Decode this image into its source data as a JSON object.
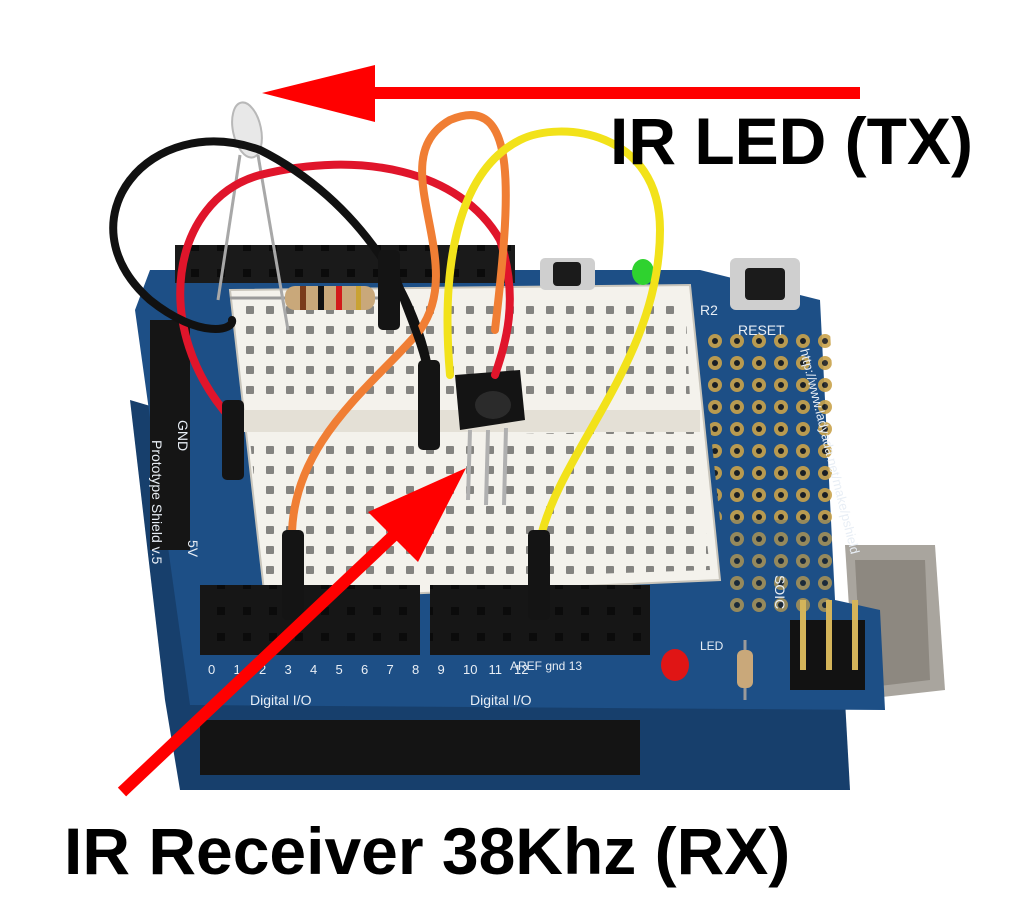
{
  "labels": {
    "tx": "IR LED (TX)",
    "rx": "IR Receiver 38Khz (RX)"
  },
  "board_text": {
    "reset": "RESET",
    "r2": "R2",
    "gnd": "GND",
    "v5": "5V",
    "shield_name": "Prototype Shield v.5",
    "url": "http://www.ladyada.net/make/pshield",
    "soic": "SOIC",
    "digital_io": "Digital I/O",
    "aref": "AREF gnd 13",
    "led": "LED",
    "pin_numbers": [
      "0",
      "1",
      "2",
      "3",
      "4",
      "5",
      "6",
      "7",
      "8",
      "9",
      "10",
      "11",
      "12"
    ]
  },
  "colors": {
    "arrow": "#ff0000",
    "board": "#1d4f86",
    "breadboard": "#f4f2ec",
    "header": "#1f1f1f",
    "wire_red": "#e0152b",
    "wire_black": "#111111",
    "wire_orange": "#f07e34",
    "wire_yellow": "#f2e21a",
    "led_green": "#2fd22f",
    "led_red": "#e01515"
  }
}
